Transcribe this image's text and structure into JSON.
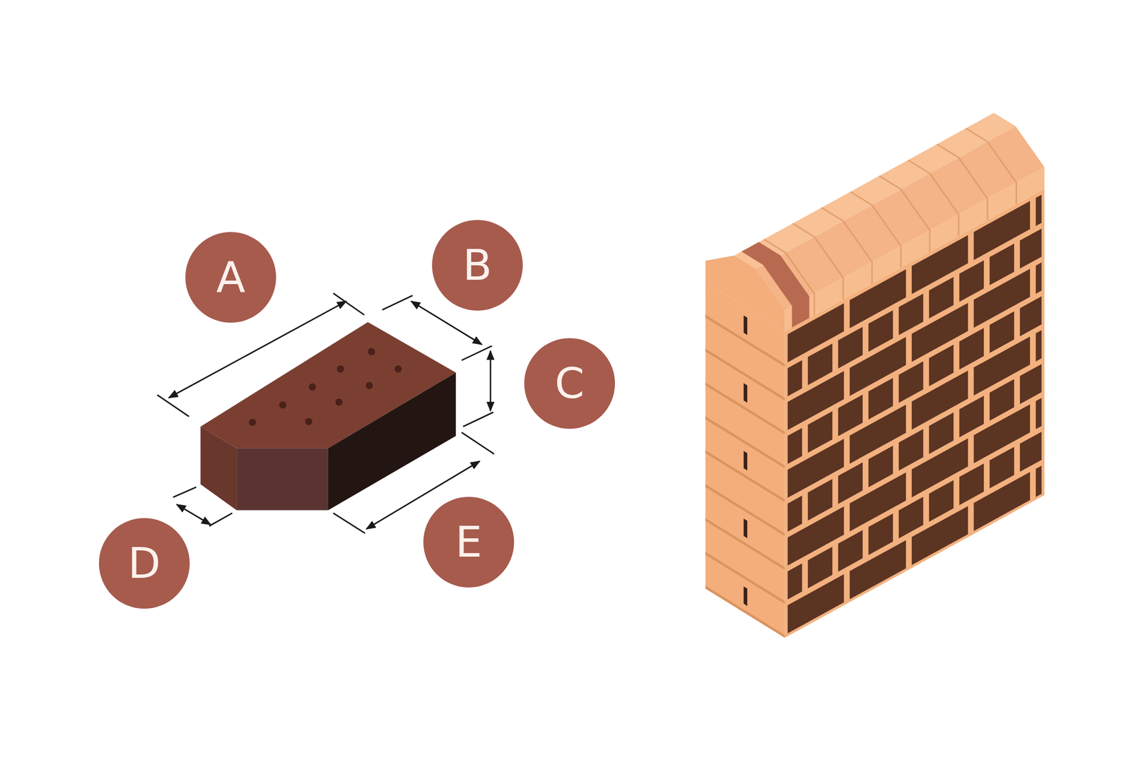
{
  "diagram": {
    "nodes": [
      {
        "text": [
          "A"
        ]
      },
      {
        "text": [
          "B"
        ]
      },
      {
        "text": [
          "C"
        ]
      },
      {
        "text": [
          "D"
        ]
      },
      {
        "text": [
          "E"
        ]
      }
    ]
  }
}
